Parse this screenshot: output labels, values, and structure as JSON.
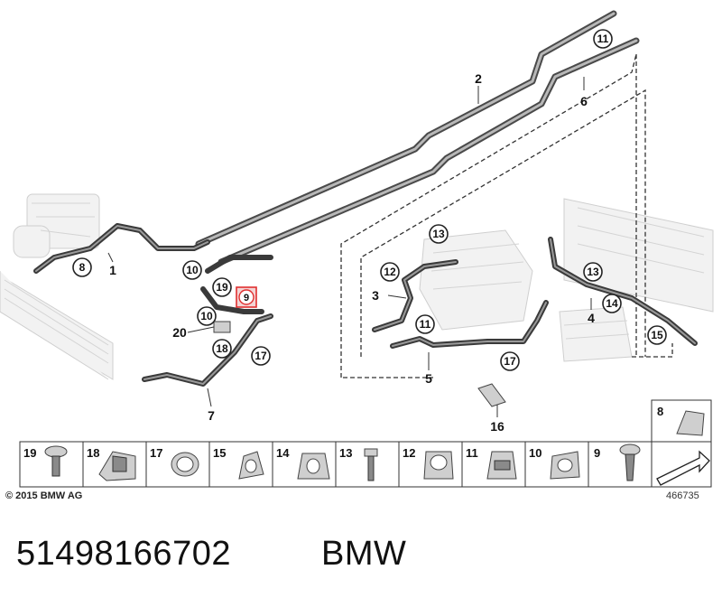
{
  "copyright": "© 2015 BMW AG",
  "diagram_number": "466735",
  "part_number": "51498166702",
  "brand": "BMW",
  "colors": {
    "highlight": "#e03030",
    "line": "#333333"
  },
  "callouts": {
    "c11a": "11",
    "c11b": "11",
    "c13a": "13",
    "c13b": "13",
    "c12": "12",
    "c8": "8",
    "c10a": "10",
    "c10b": "10",
    "c19": "19",
    "c9": "9",
    "c18": "18",
    "c17a": "17",
    "c17b": "17",
    "c14": "14",
    "c15": "15"
  },
  "labels": {
    "l1": "1",
    "l2": "2",
    "l3": "3",
    "l4": "4",
    "l5": "5",
    "l6": "6",
    "l7": "7",
    "l16": "16",
    "l20": "20"
  },
  "parts_strip": [
    {
      "num": "19",
      "icon": "screw-icon"
    },
    {
      "num": "18",
      "icon": "bracket-clip-icon"
    },
    {
      "num": "17",
      "icon": "hose-clamp-icon"
    },
    {
      "num": "15",
      "icon": "hose-clamp-icon"
    },
    {
      "num": "14",
      "icon": "double-clip-icon"
    },
    {
      "num": "13",
      "icon": "bolt-icon"
    },
    {
      "num": "12",
      "icon": "pipe-holder-icon"
    },
    {
      "num": "11",
      "icon": "spring-clip-icon"
    },
    {
      "num": "10",
      "icon": "pipe-holder-icon"
    },
    {
      "num": "9",
      "icon": "expanding-rivet-icon"
    }
  ],
  "inset": {
    "num": "8",
    "icon": "retaining-clip-icon"
  }
}
